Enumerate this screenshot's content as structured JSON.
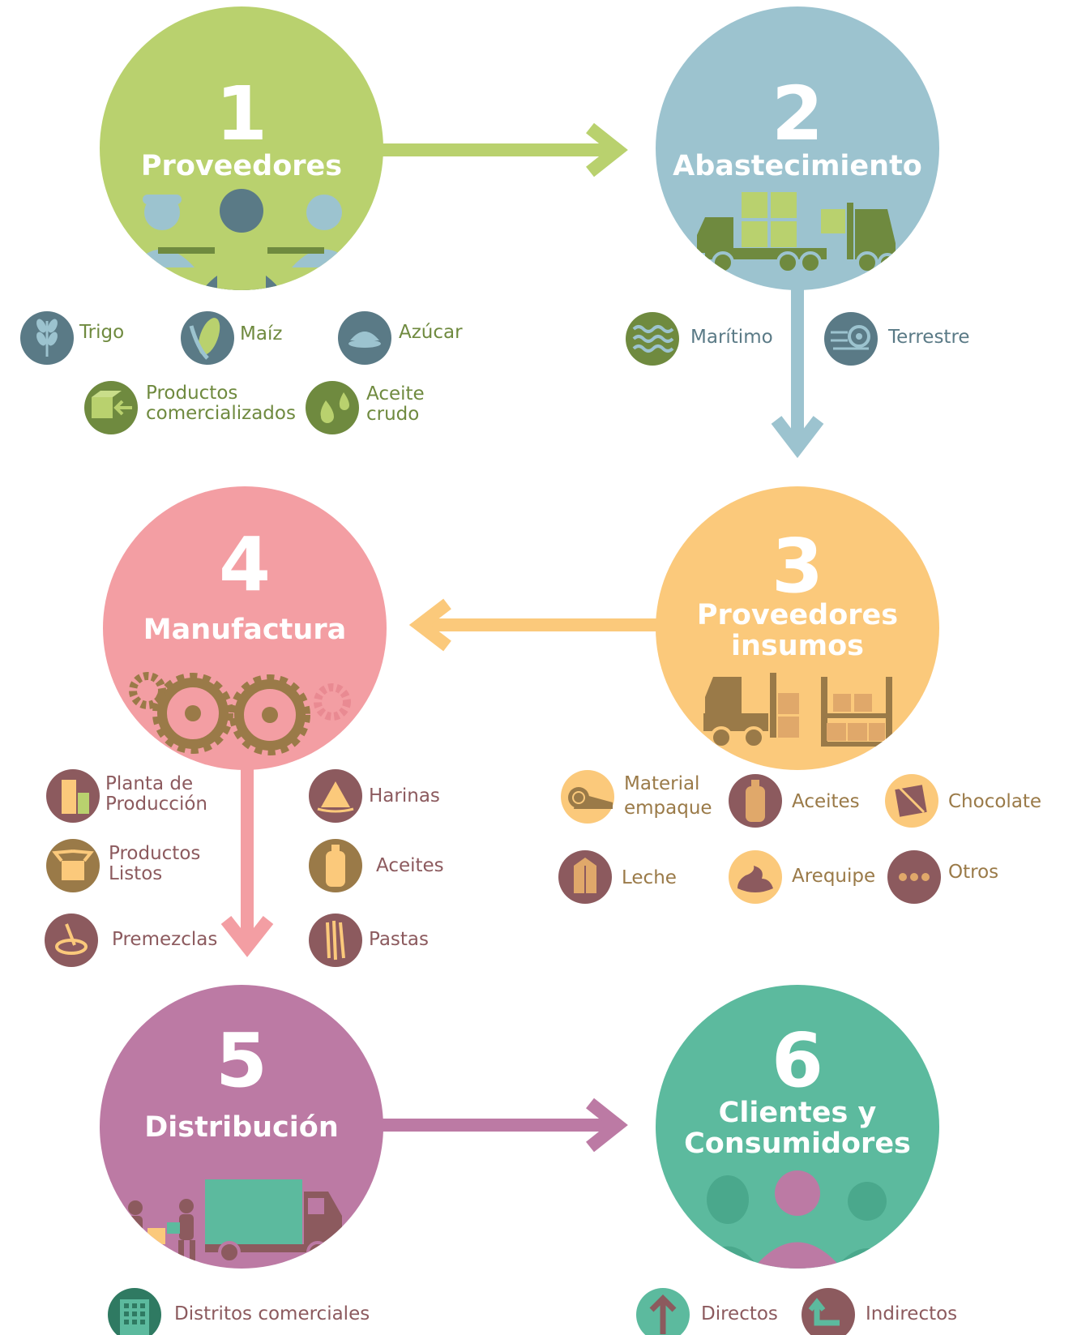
{
  "colors": {
    "green": "#b9d16e",
    "blue": "#9cc3cf",
    "orange": "#fbc97b",
    "pink": "#f39ea3",
    "purple": "#bc7aa4",
    "teal": "#5cba9e",
    "olive": "#6f8a3f",
    "slate": "#5a7a86",
    "brown": "#8c5a5e",
    "gold": "#9a7a48"
  },
  "stages": [
    {
      "number": "1",
      "title": "Proveedores"
    },
    {
      "number": "2",
      "title": "Abastecimiento"
    },
    {
      "number": "3",
      "title_line1": "Proveedores",
      "title_line2": "insumos"
    },
    {
      "number": "4",
      "title": "Manufactura"
    },
    {
      "number": "5",
      "title": "Distribución"
    },
    {
      "number": "6",
      "title_line1": "Clientes y",
      "title_line2": "Consumidores"
    }
  ],
  "stage1_items": [
    {
      "label": "Trigo",
      "icon": "wheat-icon"
    },
    {
      "label": "Maíz",
      "icon": "corn-icon"
    },
    {
      "label": "Azúcar",
      "icon": "sugar-icon"
    },
    {
      "label_line1": "Productos",
      "label_line2": "comercializados",
      "icon": "box-arrow-icon"
    },
    {
      "label_line1": "Aceite",
      "label_line2": "crudo",
      "icon": "oil-drop-icon"
    }
  ],
  "stage2_items": [
    {
      "label": "Marítimo",
      "icon": "waves-icon"
    },
    {
      "label": "Terrestre",
      "icon": "fast-wheel-icon"
    }
  ],
  "stage3_items": [
    {
      "label_line1": "Material",
      "label_line2": "empaque",
      "icon": "roll-icon"
    },
    {
      "label": "Aceites",
      "icon": "bottle-icon"
    },
    {
      "label": "Chocolate",
      "icon": "chocolate-icon"
    },
    {
      "label": "Leche",
      "icon": "milk-carton-icon"
    },
    {
      "label": "Arequipe",
      "icon": "arequipe-icon"
    },
    {
      "label": "Otros",
      "icon": "dots-icon"
    }
  ],
  "stage4_items": [
    {
      "label_line1": "Planta de",
      "label_line2": "Producción",
      "icon": "factory-icon"
    },
    {
      "label": "Harinas",
      "icon": "flour-icon"
    },
    {
      "label_line1": "Productos",
      "label_line2": "Listos",
      "icon": "open-box-icon"
    },
    {
      "label": "Aceites",
      "icon": "bottle-icon"
    },
    {
      "label": "Premezclas",
      "icon": "mix-bowl-icon"
    },
    {
      "label": "Pastas",
      "icon": "pasta-icon"
    }
  ],
  "stage5_items": [
    {
      "label": "Distritos comerciales",
      "icon": "building-icon"
    }
  ],
  "stage6_items": [
    {
      "label": "Directos",
      "icon": "arrow-up-icon"
    },
    {
      "label": "Indirectos",
      "icon": "arrow-corner-icon"
    }
  ]
}
